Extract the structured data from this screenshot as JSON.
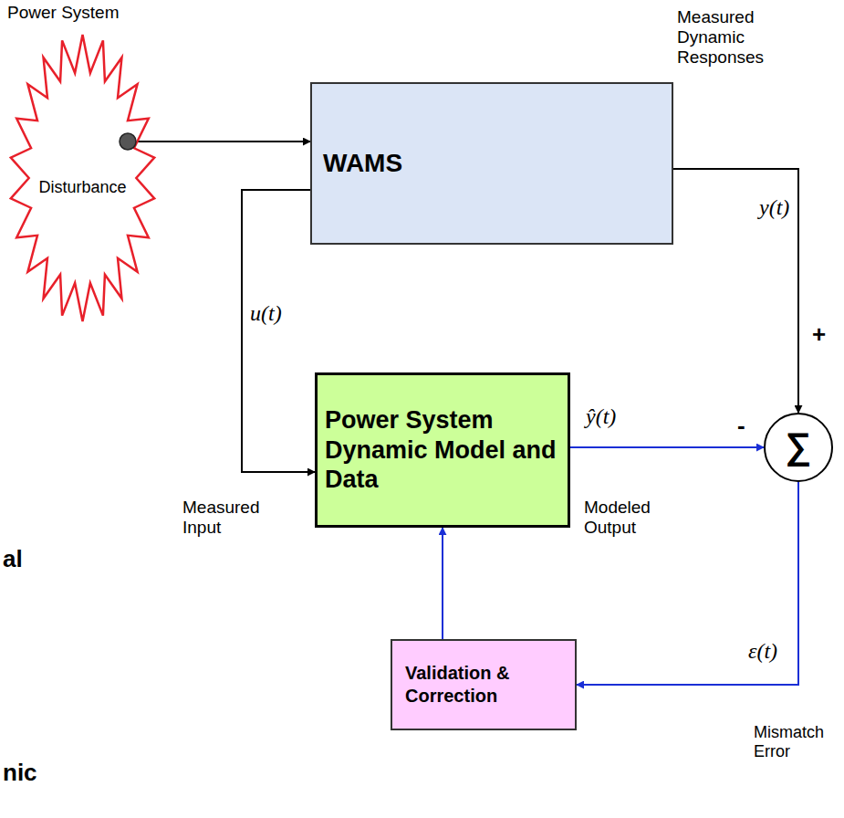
{
  "diagram": {
    "nodes": [
      {
        "text": [
          "Power System",
          "Disturbance"
        ]
      },
      {
        "text": [
          "WAMS"
        ]
      },
      {
        "text": [
          "Power System Dynamic Model and Data"
        ]
      },
      {
        "text": [
          "∑"
        ]
      },
      {
        "text": [
          "Validation & Correction"
        ]
      }
    ],
    "edges": [
      {
        "from": 0,
        "to": 1,
        "arrow": "to"
      },
      {
        "from": 1,
        "to": 2,
        "arrow": "to",
        "label": "u(t)"
      },
      {
        "from": 1,
        "to": 3,
        "arrow": "to",
        "label": "y(t)"
      },
      {
        "from": 2,
        "to": 3,
        "arrow": "to",
        "label": "ŷ(t)"
      },
      {
        "from": 3,
        "to": 4,
        "arrow": "to",
        "label": "ε(t)"
      },
      {
        "from": 4,
        "to": 2,
        "arrow": "to"
      }
    ],
    "labels": [
      "Measured Dynamic Responses",
      "Measured Input",
      "Modeled Output",
      "-",
      "+",
      "Mismatch Error",
      "al",
      "nic"
    ]
  }
}
